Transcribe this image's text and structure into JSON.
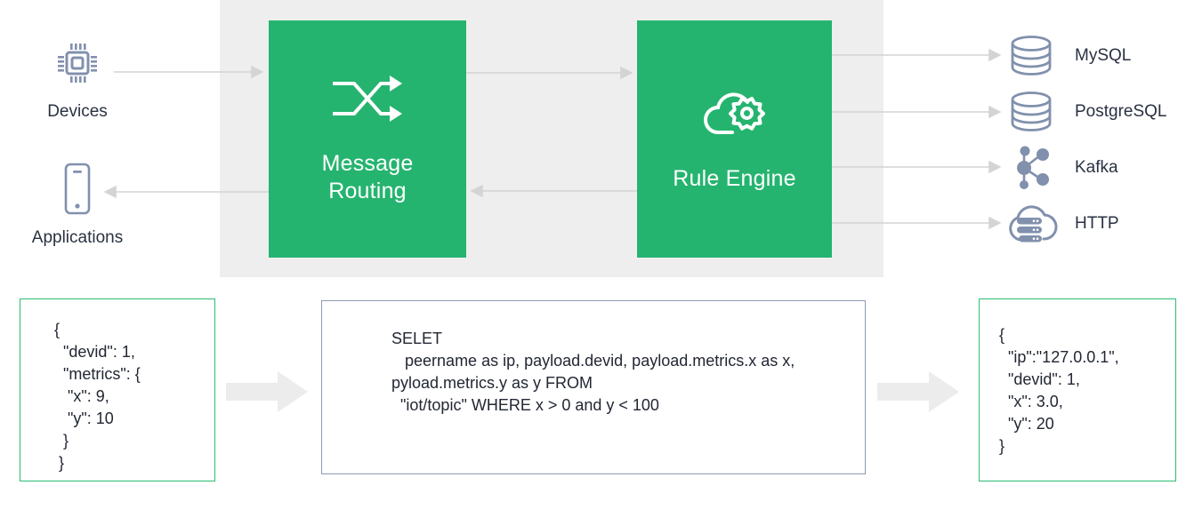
{
  "theme": {
    "green": "#25b46f",
    "green_border": "#2bbd76",
    "panel_gray": "#eeeeee",
    "icon_blue_gray": "#8190ad",
    "text_dark": "#2a3142",
    "arrow_gray": "#d4d4d4",
    "block_arrow_gray": "#ececec",
    "sql_border": "#8e9bb5"
  },
  "sources": [
    {
      "id": "devices",
      "icon": "chip-icon",
      "label": "Devices"
    },
    {
      "id": "applications",
      "icon": "mobile-phone-icon",
      "label": "Applications"
    }
  ],
  "process": [
    {
      "id": "message-routing",
      "icon": "shuffle-arrows-icon",
      "title": "Message\nRouting",
      "line1": "Message",
      "line2": "Routing"
    },
    {
      "id": "rule-engine",
      "icon": "cloud-gear-icon",
      "title": "Rule Engine",
      "line1": "Rule Engine",
      "line2": ""
    }
  ],
  "sinks": [
    {
      "id": "mysql",
      "icon": "database-cylinder-icon",
      "label": "MySQL"
    },
    {
      "id": "postgresql",
      "icon": "database-cylinder-icon",
      "label": "PostgreSQL"
    },
    {
      "id": "kafka",
      "icon": "node-graph-icon",
      "label": "Kafka"
    },
    {
      "id": "http",
      "icon": "cloud-server-icon",
      "label": "HTTP"
    }
  ],
  "code": {
    "input_json": "{\n  \"devid\": 1,\n  \"metrics\": {\n   \"x\": 9,\n   \"y\": 10\n  }\n }",
    "sql": "SELET\n   peername as ip, payload.devid, payload.metrics.x as x, pyload.metrics.y as y FROM\n  \"iot/topic\" WHERE x > 0 and y < 100",
    "output_json": "{\n  \"ip\":\"127.0.0.1\",\n  \"devid\": 1,\n  \"x\": 3.0,\n  \"y\": 20\n}"
  }
}
